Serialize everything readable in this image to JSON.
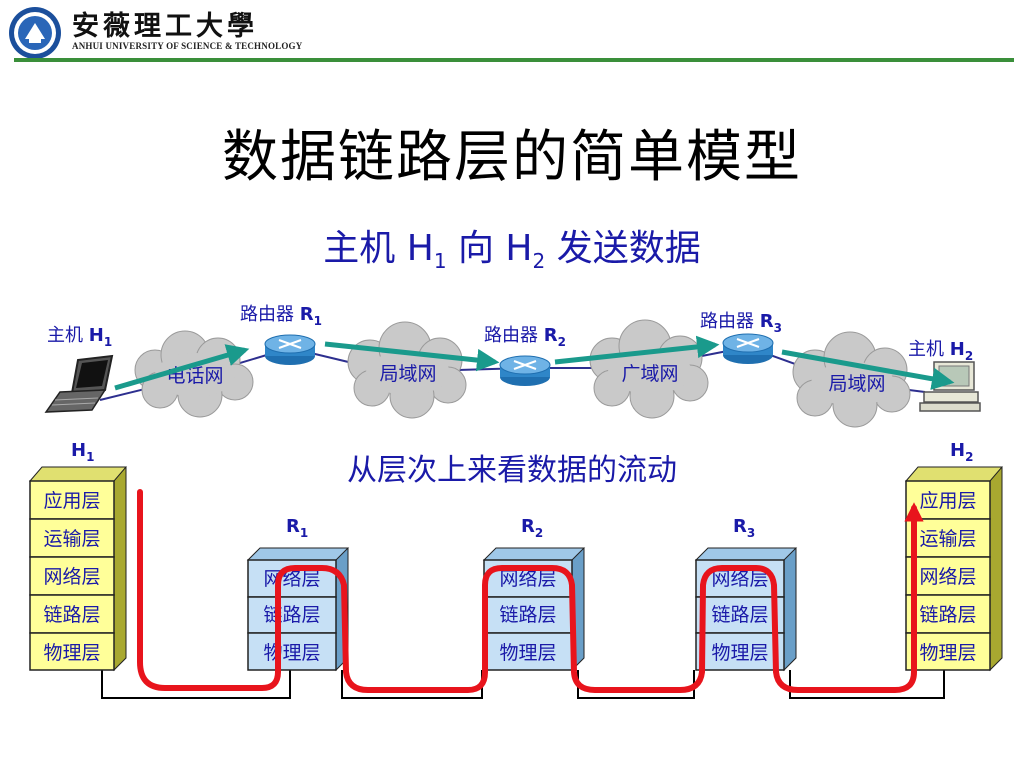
{
  "header": {
    "school_name_cn": "安薇理工大學",
    "school_name_en": "ANHUI UNIVERSITY OF SCIENCE & TECHNOLOGY"
  },
  "title": "数据链路层的简单模型",
  "subtitle": {
    "prefix": "主机 H",
    "sub1": "1",
    "middle": " 向 H",
    "sub2": "2",
    "suffix": " 发送数据"
  },
  "network": {
    "host1": {
      "label": "主机 ",
      "name": "H",
      "sub": "1"
    },
    "host2": {
      "label": "主机 ",
      "name": "H",
      "sub": "2"
    },
    "routers": [
      {
        "label": "路由器 ",
        "name": "R",
        "sub": "1"
      },
      {
        "label": "路由器 ",
        "name": "R",
        "sub": "2"
      },
      {
        "label": "路由器 ",
        "name": "R",
        "sub": "3"
      }
    ],
    "clouds": [
      "电话网",
      "局域网",
      "广域网",
      "局域网"
    ]
  },
  "layers_heading": "从层次上来看数据的流动",
  "stacks": {
    "host_layers": [
      "应用层",
      "运输层",
      "网络层",
      "链路层",
      "物理层"
    ],
    "router_layers": [
      "网络层",
      "链路层",
      "物理层"
    ],
    "labels": [
      {
        "name": "H",
        "sub": "1"
      },
      {
        "name": "R",
        "sub": "1"
      },
      {
        "name": "R",
        "sub": "2"
      },
      {
        "name": "R",
        "sub": "3"
      },
      {
        "name": "H",
        "sub": "2"
      }
    ]
  },
  "colors": {
    "title_text": "#000000",
    "blue_text": "#1a1aa8",
    "layer_fill": "#ffff99",
    "router_layer_fill": "#c6e0f5",
    "flow_line": "#e8141c",
    "arrow": "#1a9a8c",
    "header_rule": "#3a8f3a"
  }
}
